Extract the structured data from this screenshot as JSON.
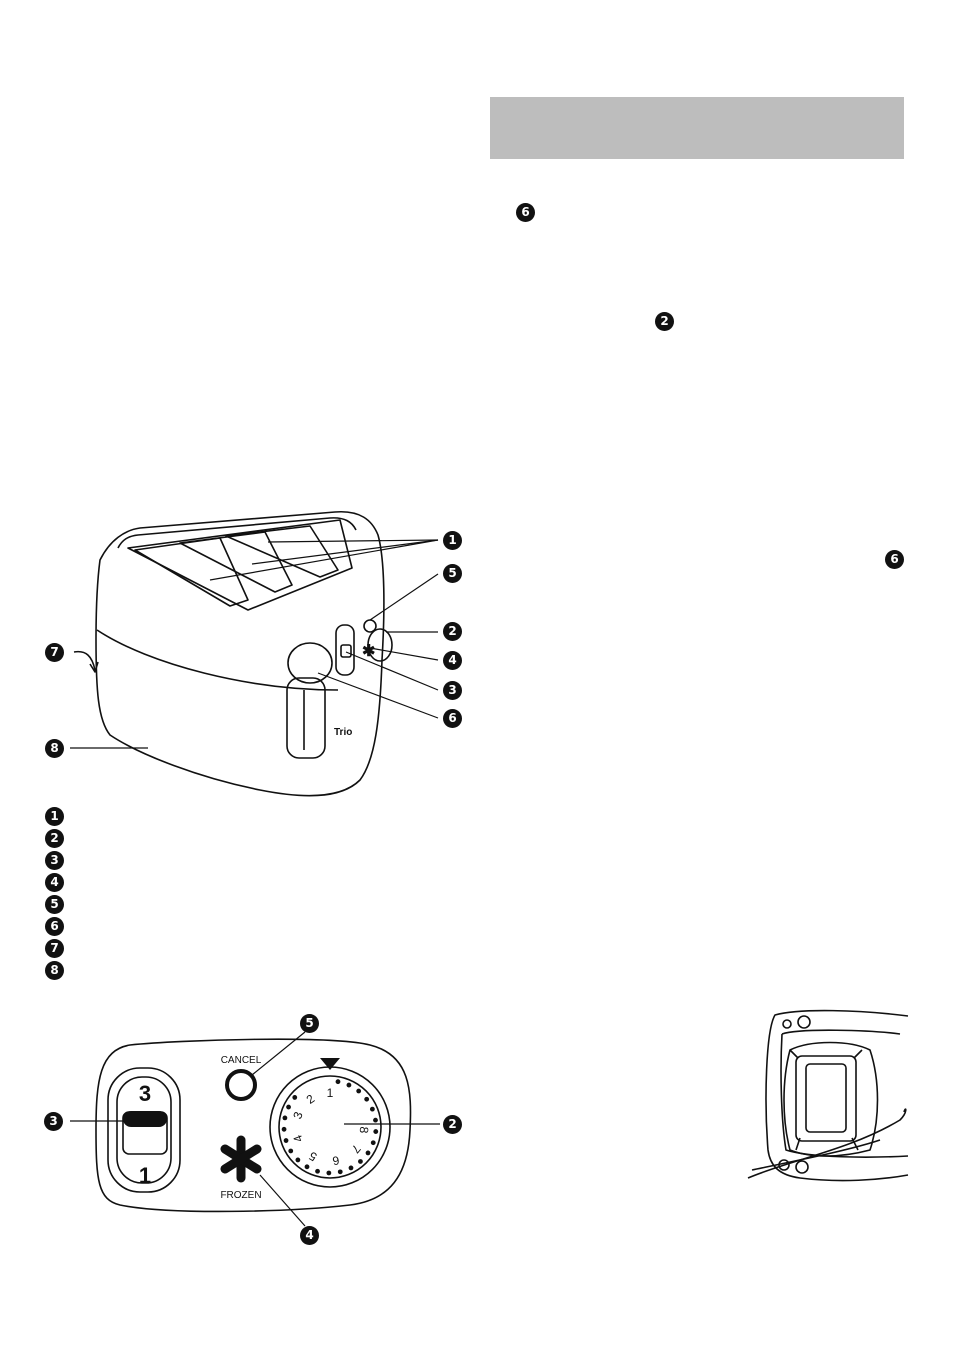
{
  "header_bar": {
    "color": "#bdbdbd"
  },
  "callouts": {
    "one": "1",
    "two": "2",
    "three": "3",
    "four": "4",
    "five": "5",
    "six": "6",
    "seven": "7",
    "eight": "8"
  },
  "legend": [
    "1",
    "2",
    "3",
    "4",
    "5",
    "6",
    "7",
    "8"
  ],
  "toaster": {
    "brand_logo": "Trio"
  },
  "control_panel": {
    "slider_top_label": "3",
    "slider_bottom_label": "1",
    "cancel_label": "CANCEL",
    "frozen_label": "FROZEN",
    "dial_numbers": [
      "1",
      "2",
      "3",
      "4",
      "5",
      "6",
      "7",
      "8"
    ]
  }
}
